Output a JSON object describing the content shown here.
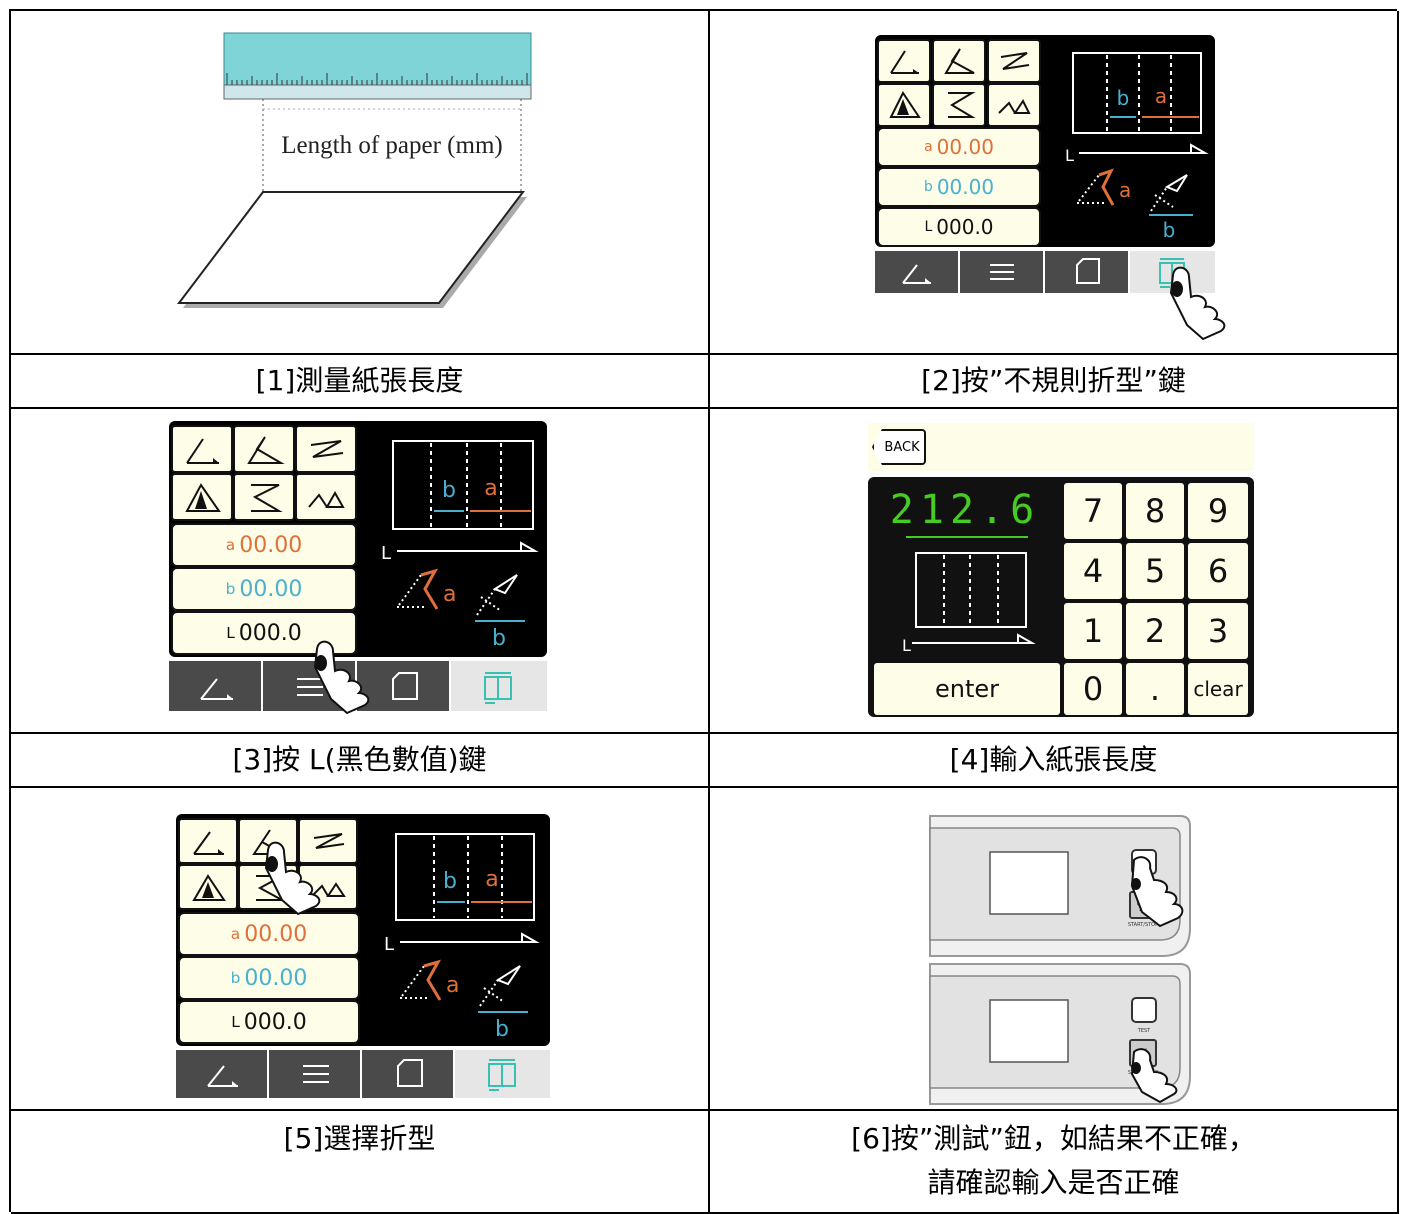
{
  "cells": [
    {
      "caption": "[1]測量紙張長度",
      "figure": {
        "ruler_label": "Length of paper (mm)"
      }
    },
    {
      "caption": "[2]按”不規則折型”鍵"
    },
    {
      "caption": "[3]按 L(黑色數值)鍵"
    },
    {
      "caption": "[4]輸入紙張長度"
    },
    {
      "caption": "[5]選擇折型"
    },
    {
      "caption": "[6]按”測試”鈕，如結果不正確，",
      "caption2": "請確認輸入是否正確"
    }
  ],
  "fold_screen": {
    "a_prefix": "a",
    "a_value": "00.00",
    "b_prefix": "b",
    "b_value": "00.00",
    "l_prefix": "L",
    "l_value": "000.0",
    "diagram_a": "a",
    "diagram_b": "b",
    "diagram_L": "L",
    "icon_a": "a",
    "icon_b": "b",
    "colors": {
      "a": "#e0703a",
      "b": "#4ab0d0",
      "panel": "#000000",
      "cream": "#fdfde8",
      "active_tab": "#38c0b0"
    }
  },
  "keypad": {
    "back_label": "BACK",
    "display": "212.6",
    "display_color": "#44cc22",
    "keys": [
      "7",
      "8",
      "9",
      "4",
      "5",
      "6",
      "1",
      "2",
      "3"
    ],
    "zero": "0",
    "dot": ".",
    "clear": "clear",
    "enter": "enter",
    "L": "L"
  },
  "device": {
    "test_label": "TEST",
    "start_stop_label": "START/STOP",
    "percent_icon": "%"
  }
}
